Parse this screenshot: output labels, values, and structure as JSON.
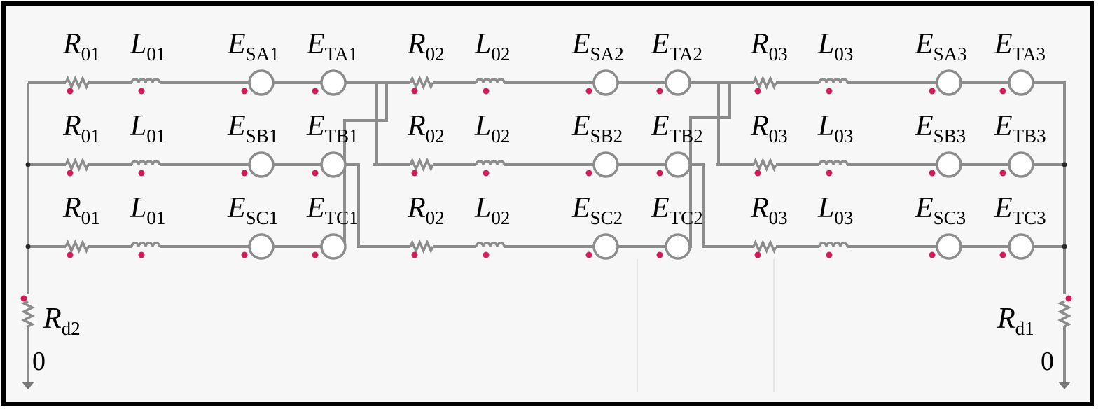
{
  "diagram": {
    "phases": [
      "A",
      "B",
      "C"
    ],
    "sections": [
      {
        "resistor": {
          "symbol": "R",
          "sub": "01"
        },
        "inductor": {
          "symbol": "L",
          "sub": "01"
        },
        "sources_s": [
          {
            "symbol": "E",
            "sub": "SA1"
          },
          {
            "symbol": "E",
            "sub": "SB1"
          },
          {
            "symbol": "E",
            "sub": "SC1"
          }
        ],
        "sources_t": [
          {
            "symbol": "E",
            "sub": "TA1"
          },
          {
            "symbol": "E",
            "sub": "TB1"
          },
          {
            "symbol": "E",
            "sub": "TC1"
          }
        ]
      },
      {
        "resistor": {
          "symbol": "R",
          "sub": "02"
        },
        "inductor": {
          "symbol": "L",
          "sub": "02"
        },
        "sources_s": [
          {
            "symbol": "E",
            "sub": "SA2"
          },
          {
            "symbol": "E",
            "sub": "SB2"
          },
          {
            "symbol": "E",
            "sub": "SC2"
          }
        ],
        "sources_t": [
          {
            "symbol": "E",
            "sub": "TA2"
          },
          {
            "symbol": "E",
            "sub": "TB2"
          },
          {
            "symbol": "E",
            "sub": "TC2"
          }
        ]
      },
      {
        "resistor": {
          "symbol": "R",
          "sub": "03"
        },
        "inductor": {
          "symbol": "L",
          "sub": "03"
        },
        "sources_s": [
          {
            "symbol": "E",
            "sub": "SA3"
          },
          {
            "symbol": "E",
            "sub": "SB3"
          },
          {
            "symbol": "E",
            "sub": "SC3"
          }
        ],
        "sources_t": [
          {
            "symbol": "E",
            "sub": "TA3"
          },
          {
            "symbol": "E",
            "sub": "TB3"
          },
          {
            "symbol": "E",
            "sub": "TC3"
          }
        ]
      }
    ],
    "ground_resistors": {
      "left": {
        "symbol": "R",
        "sub": "d2"
      },
      "right": {
        "symbol": "R",
        "sub": "d1"
      }
    },
    "ground_node_label": "0",
    "colors": {
      "wire": "#8c8c8c",
      "polarity_dot": "#d01a5a",
      "frame": "#000000",
      "background": "#f7f7f7"
    }
  }
}
